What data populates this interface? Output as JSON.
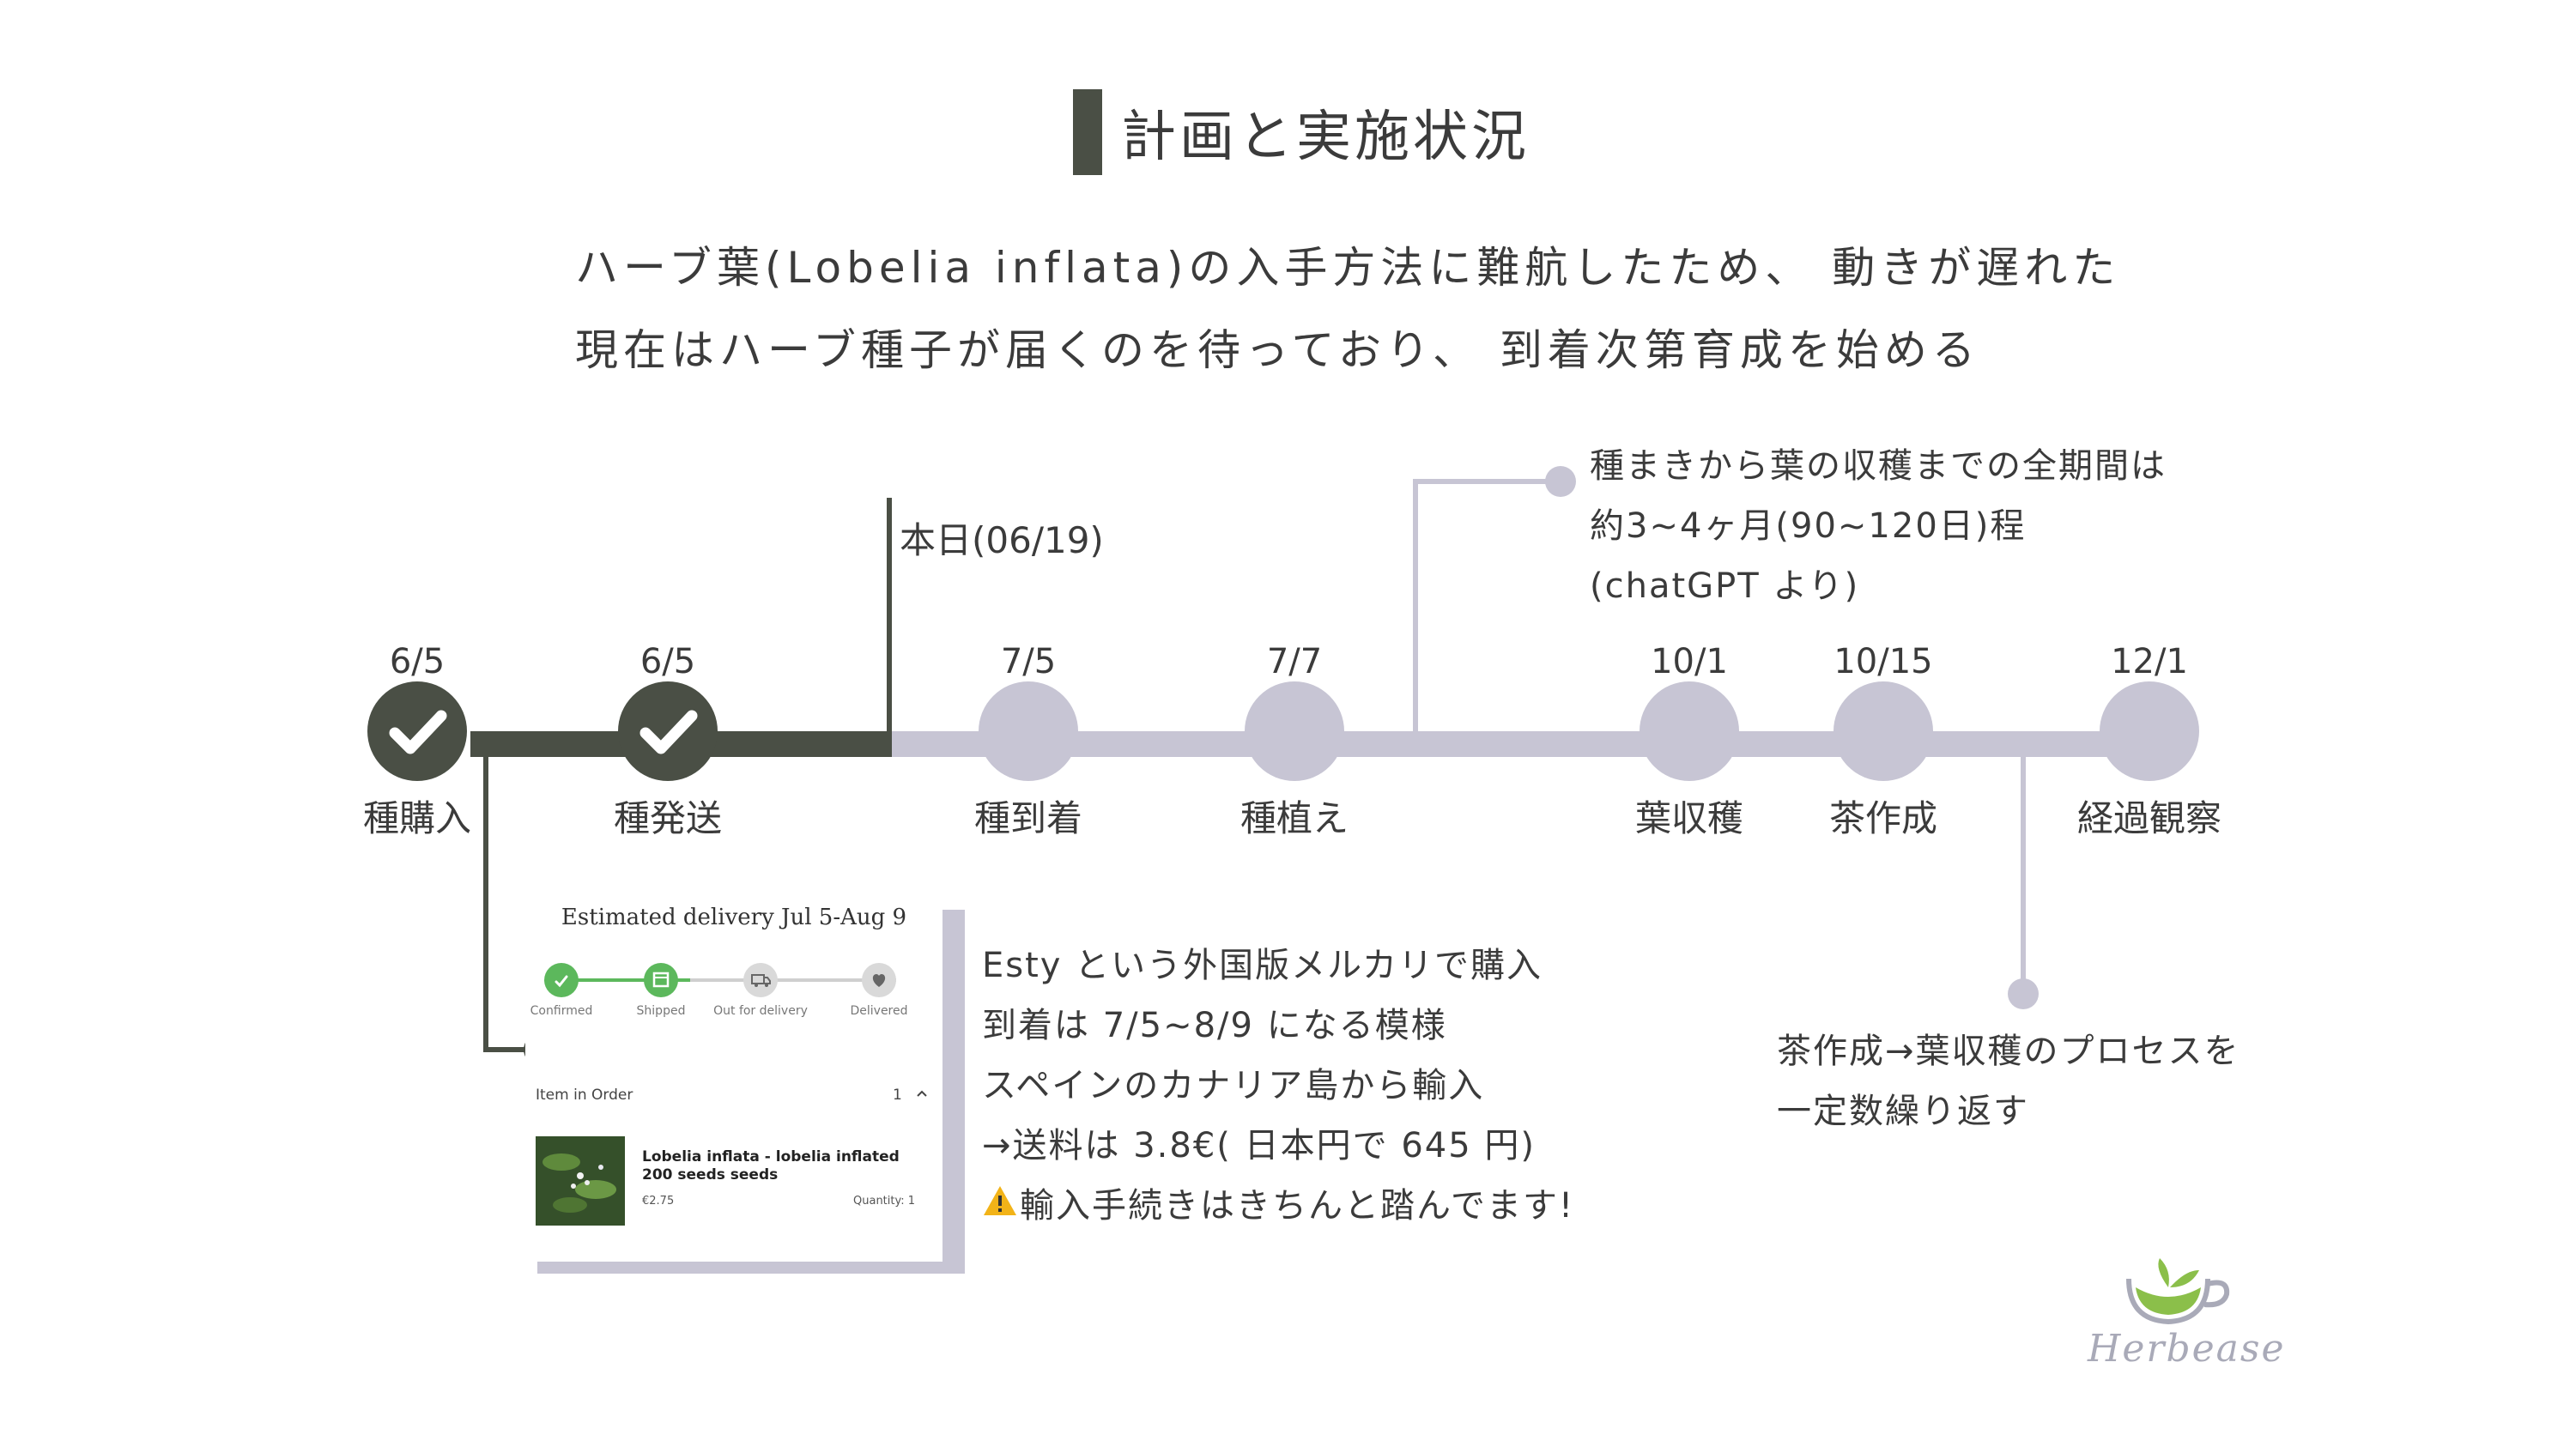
{
  "title": "計画と実施状況",
  "intro": {
    "line1": "ハーブ葉(Lobelia inflata)の入手方法に難航したため、 動きが遅れた",
    "line2": "現在はハーブ種子が届くのを待っており、 到着次第育成を始める"
  },
  "today_label": "本日(06/19)",
  "milestones": [
    {
      "date": "6/5",
      "label": "種購入",
      "status": "done"
    },
    {
      "date": "6/5",
      "label": "種発送",
      "status": "done"
    },
    {
      "date": "7/5",
      "label": "種到着",
      "status": "planned"
    },
    {
      "date": "7/7",
      "label": "種植え",
      "status": "planned"
    },
    {
      "date": "10/1",
      "label": "葉収穫",
      "status": "planned"
    },
    {
      "date": "10/15",
      "label": "茶作成",
      "status": "planned"
    },
    {
      "date": "12/1",
      "label": "経過観察",
      "status": "planned"
    }
  ],
  "period_note": {
    "line1": "種まきから葉の収穫までの全期間は",
    "line2": "約3~4ヶ月(90~120日)程",
    "line3": "(chatGPT より)"
  },
  "repeat_note": {
    "line1": "茶作成→葉収穫のプロセスを",
    "line2": "一定数繰り返す"
  },
  "order": {
    "title": "Estimated delivery Jul 5-Aug 9",
    "steps": [
      "Confirmed",
      "Shipped",
      "Out for delivery",
      "Delivered"
    ],
    "item_in_order": "Item in Order",
    "item_count": "1",
    "product_name": "Lobelia inflata - lobelia inflated 200 seeds seeds",
    "price": "€2.75",
    "quantity": "Quantity: 1"
  },
  "purchase_note": {
    "line1": "Esty という外国版メルカリで購入",
    "line2": "到着は 7/5~8/9 になる模様",
    "line3": "スペインのカナリア島から輸入",
    "line4": "→送料は 3.8€( 日本円で 645 円)",
    "line5": "輸入手続きはきちんと踏んでます!"
  },
  "logo": {
    "text": "Herbease"
  },
  "colors": {
    "dark": "#4a4f45",
    "light": "#c7c5d4",
    "green": "#5cb85c",
    "logo_green": "#8bbf4a"
  }
}
